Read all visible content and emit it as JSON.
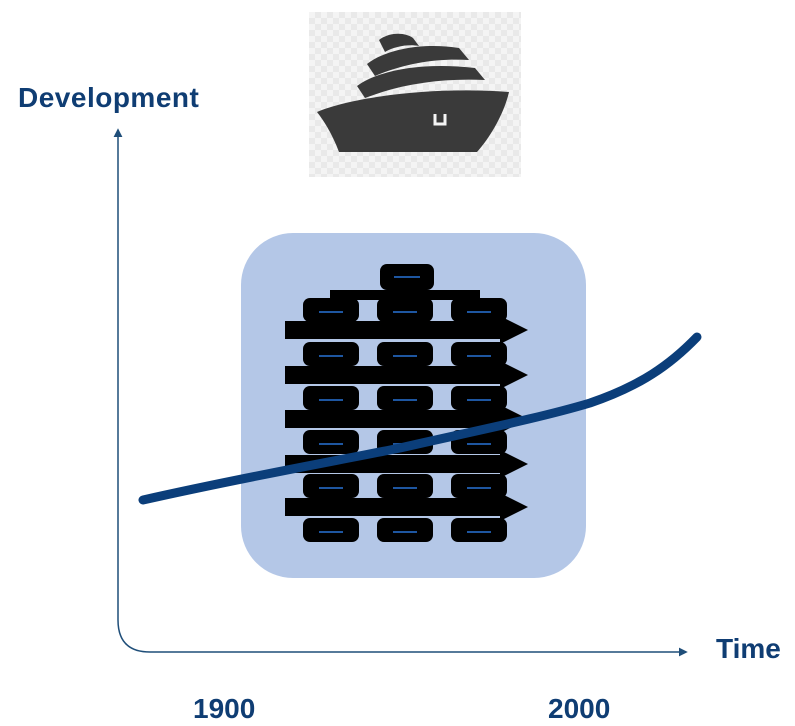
{
  "axes": {
    "y_label": "Development",
    "x_label": "Time",
    "x_ticks": [
      "1900",
      "2000"
    ]
  },
  "icons": {
    "top": "cruise-ship-icon",
    "middle": "container-stack-icon"
  },
  "colors": {
    "text": "#0f3d73",
    "axis": "#1f4e79",
    "trend_line": "#0b3e7a",
    "container_tile": "#b4c7e7",
    "ship": "#3a3a3a"
  },
  "chart_data": {
    "type": "line",
    "trend": "rising, accelerating",
    "x_ticks": [
      "1900",
      "2000"
    ]
  }
}
